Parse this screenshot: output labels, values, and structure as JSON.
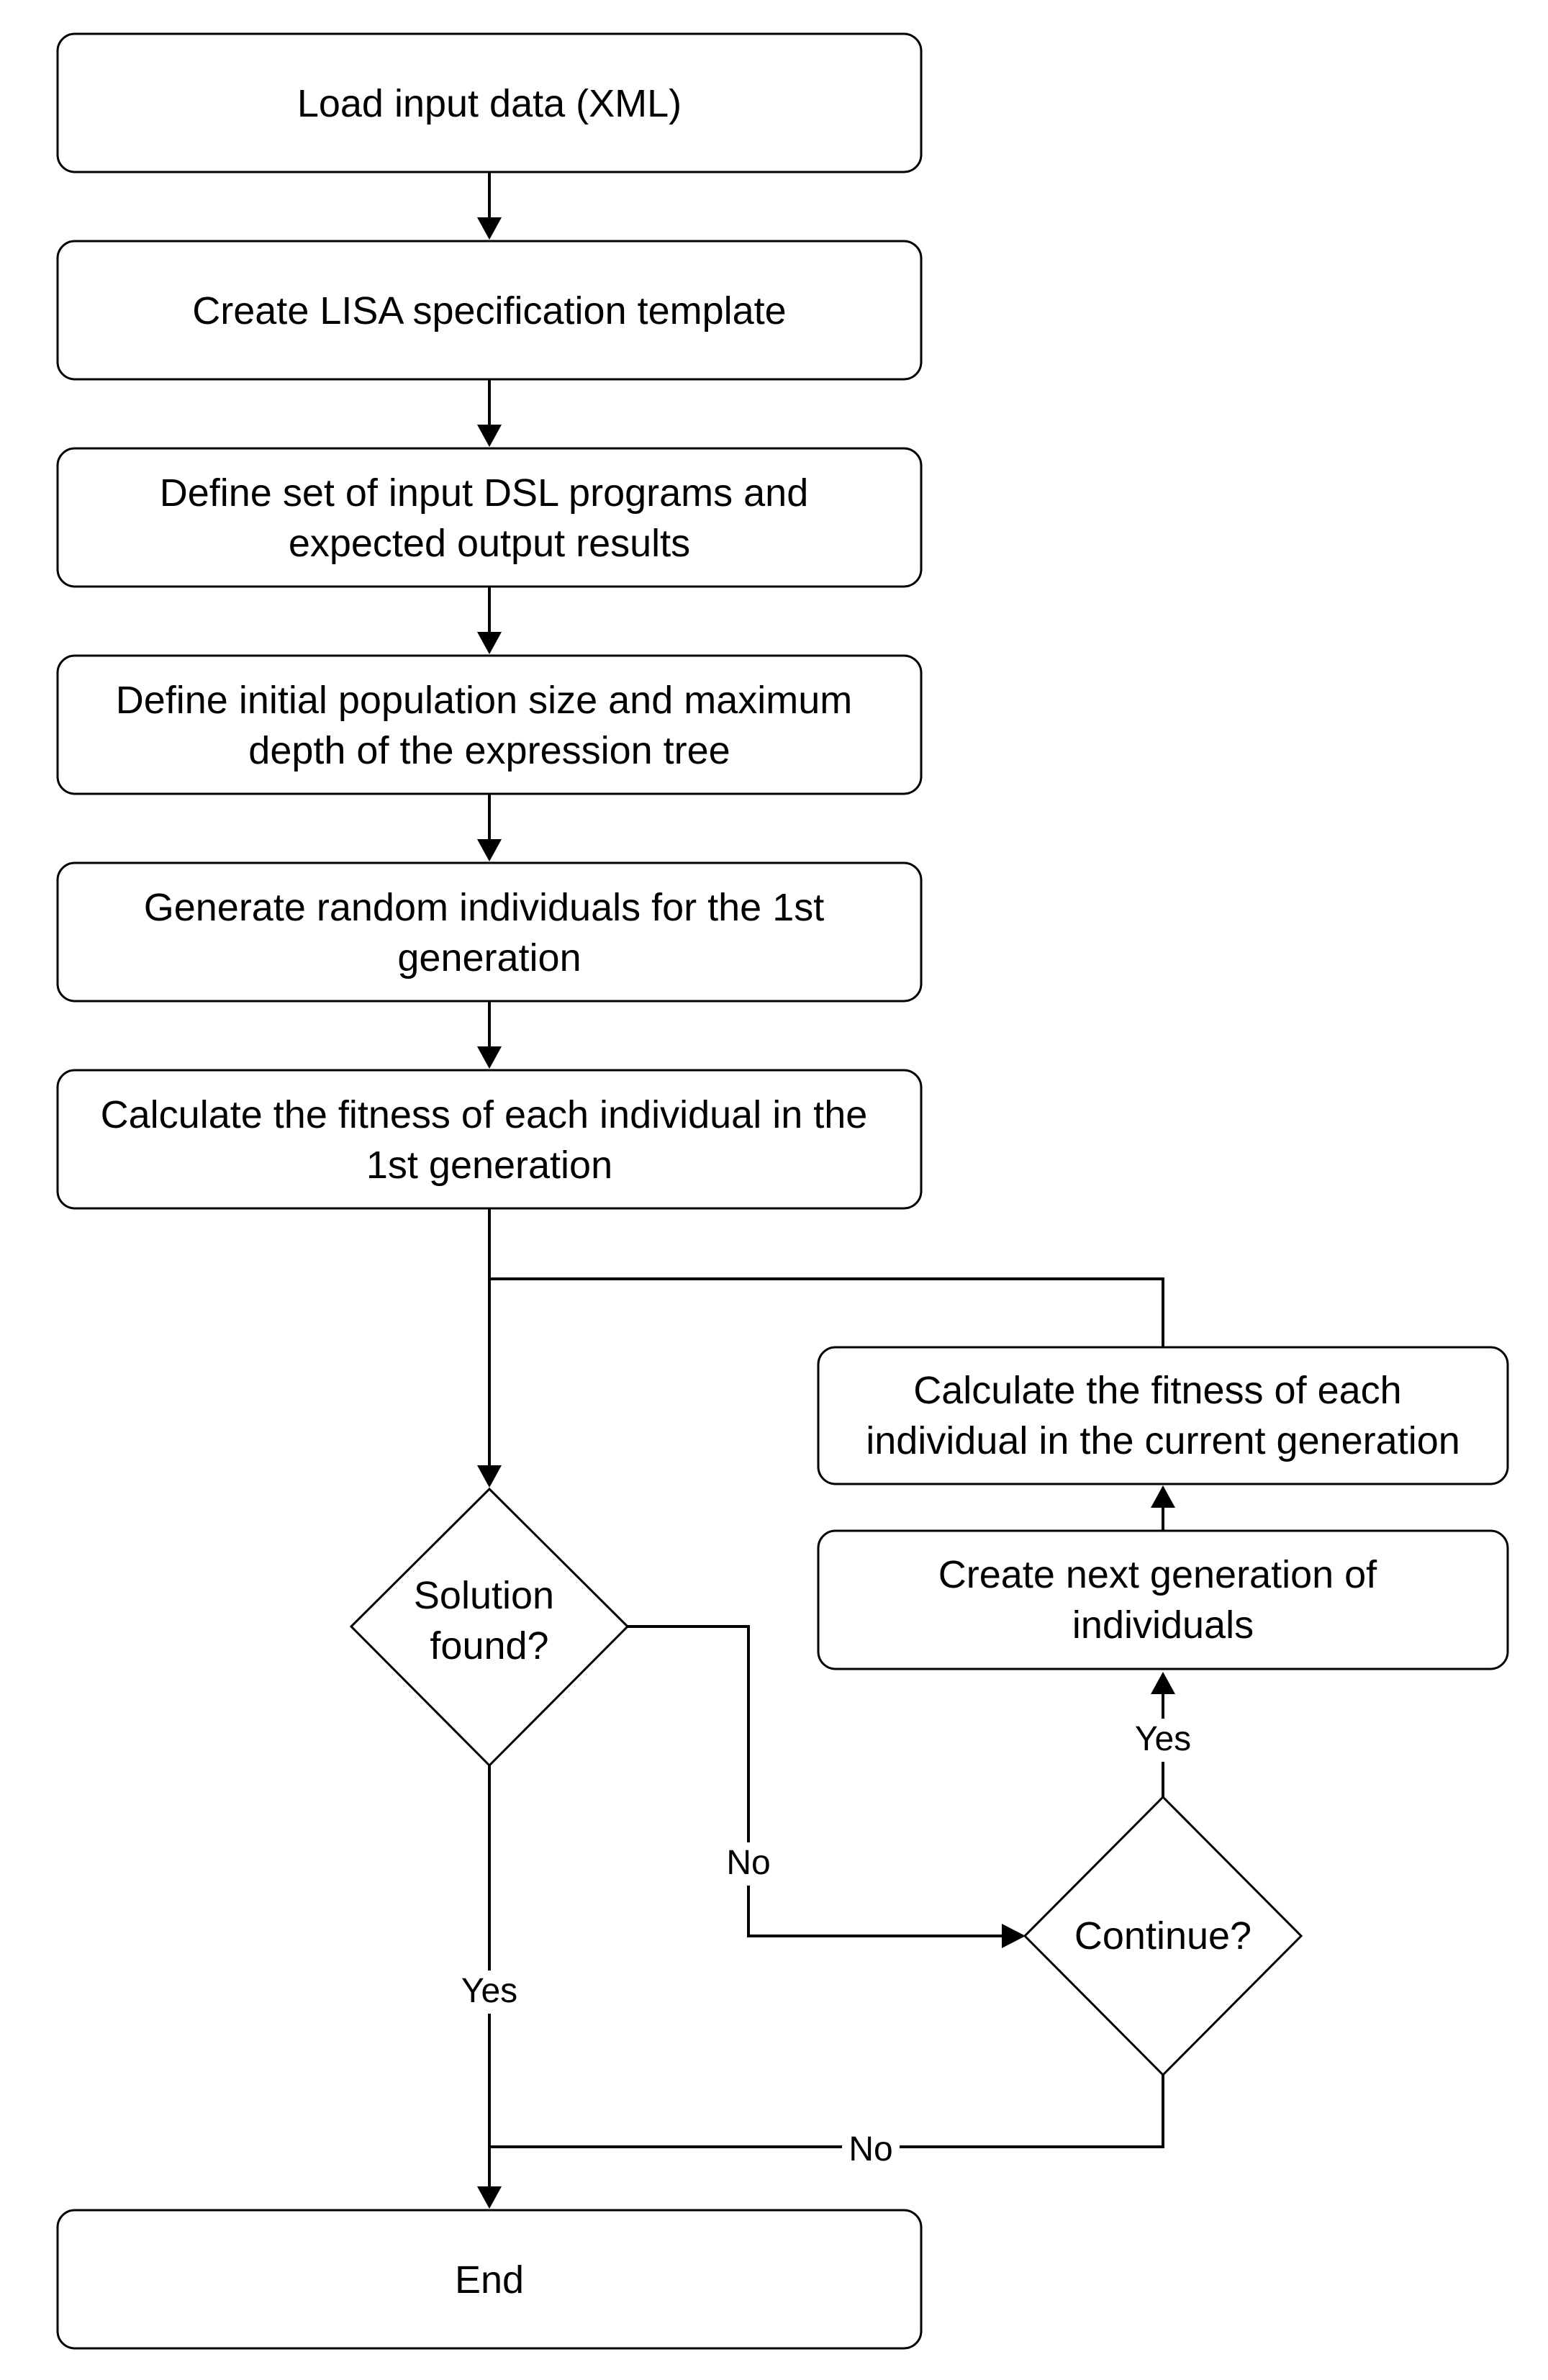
{
  "diagram": {
    "steps": {
      "load_input": [
        "Load input data (XML)"
      ],
      "create_template": [
        "Create LISA specification template"
      ],
      "define_programs": [
        "Define set of input DSL programs and",
        "expected output results"
      ],
      "define_population": [
        "Define initial population size and maximum",
        "depth of the expression tree"
      ],
      "generate_random": [
        "Generate random individuals for the 1st",
        "generation"
      ],
      "calc_fitness_first": [
        "Calculate the fitness of each individual in the",
        "1st generation"
      ],
      "calc_fitness_current": [
        "Calculate the fitness of each",
        "individual in the current generation"
      ],
      "create_next": [
        "Create next generation of",
        "individuals"
      ],
      "end": [
        "End"
      ]
    },
    "decisions": {
      "solution_found": [
        "Solution",
        "found?"
      ],
      "continue": [
        "Continue?"
      ]
    },
    "edge_labels": {
      "solution_no": "No",
      "solution_yes": "Yes",
      "continue_yes": "Yes",
      "continue_no": "No"
    }
  }
}
